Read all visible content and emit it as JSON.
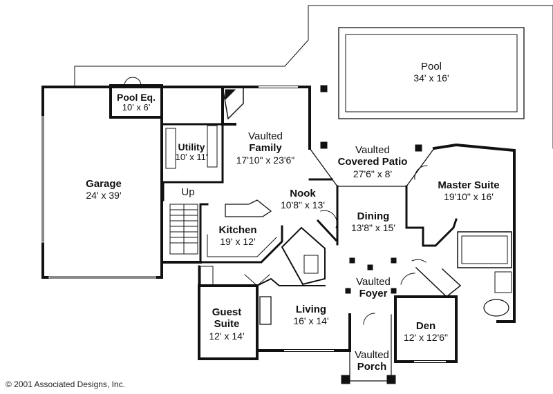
{
  "rooms": {
    "pool": {
      "name": "Pool",
      "dims": "34' x 16'"
    },
    "pool_eq": {
      "name": "Pool Eq.",
      "dims": "10' x 6'"
    },
    "garage": {
      "name": "Garage",
      "dims": "24' x 39'"
    },
    "utility": {
      "name": "Utility",
      "dims": "10' x 11'"
    },
    "family": {
      "prefix": "Vaulted",
      "name": "Family",
      "dims": "17'10\" x 23'6\""
    },
    "patio": {
      "prefix": "Vaulted",
      "name": "Covered Patio",
      "dims": "27'6\" x 8'"
    },
    "master": {
      "name": "Master Suite",
      "dims": "19'10\" x 16'"
    },
    "nook": {
      "name": "Nook",
      "dims": "10'8\" x 13'"
    },
    "dining": {
      "name": "Dining",
      "dims": "13'8\" x 15'"
    },
    "kitchen": {
      "name": "Kitchen",
      "dims": "19' x 12'"
    },
    "foyer": {
      "prefix": "Vaulted",
      "name": "Foyer"
    },
    "living": {
      "name": "Living",
      "dims": "16' x 14'"
    },
    "guest": {
      "name": "Guest Suite",
      "name_line1": "Guest",
      "name_line2": "Suite",
      "dims": "12' x 14'"
    },
    "den": {
      "name": "Den",
      "dims": "12' x 12'6\""
    },
    "porch": {
      "prefix": "Vaulted",
      "name": "Porch"
    }
  },
  "stair_label": "Up",
  "copyright": "© 2001 Associated Designs, Inc."
}
